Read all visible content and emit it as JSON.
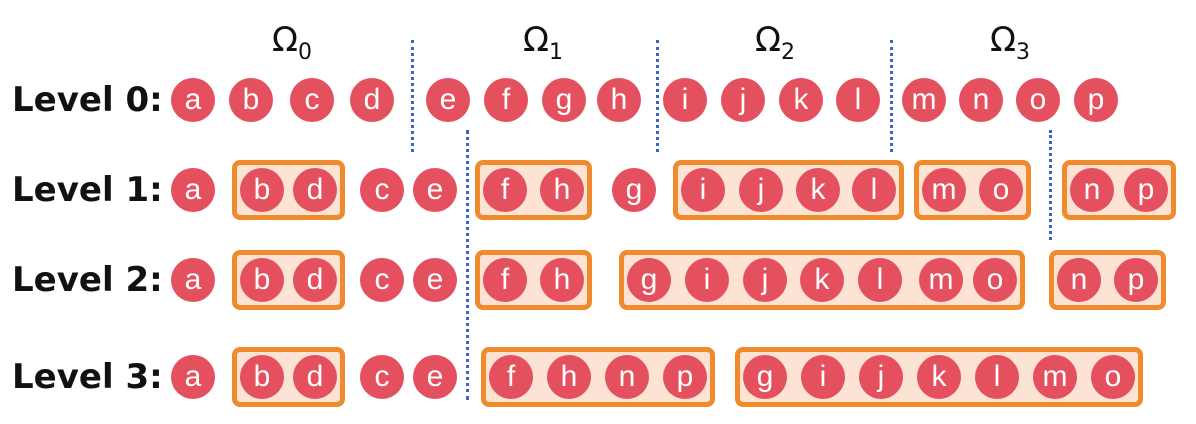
{
  "partitions": [
    {
      "symbol": "Ω",
      "index": "0"
    },
    {
      "symbol": "Ω",
      "index": "1"
    },
    {
      "symbol": "Ω",
      "index": "2"
    },
    {
      "symbol": "Ω",
      "index": "3"
    }
  ],
  "levels": [
    {
      "label": "Level 0:",
      "items": [
        {
          "nodes": [
            "a"
          ]
        },
        {
          "nodes": [
            "b"
          ]
        },
        {
          "nodes": [
            "c"
          ]
        },
        {
          "nodes": [
            "d"
          ]
        },
        {
          "nodes": [
            "e"
          ]
        },
        {
          "nodes": [
            "f"
          ]
        },
        {
          "nodes": [
            "g"
          ]
        },
        {
          "nodes": [
            "h"
          ]
        },
        {
          "nodes": [
            "i"
          ]
        },
        {
          "nodes": [
            "j"
          ]
        },
        {
          "nodes": [
            "k"
          ]
        },
        {
          "nodes": [
            "l"
          ]
        },
        {
          "nodes": [
            "m"
          ]
        },
        {
          "nodes": [
            "n"
          ]
        },
        {
          "nodes": [
            "o"
          ]
        },
        {
          "nodes": [
            "p"
          ]
        }
      ]
    },
    {
      "label": "Level 1:",
      "items": [
        {
          "nodes": [
            "a"
          ]
        },
        {
          "group": true,
          "nodes": [
            "b",
            "d"
          ]
        },
        {
          "nodes": [
            "c"
          ]
        },
        {
          "nodes": [
            "e"
          ]
        },
        {
          "group": true,
          "nodes": [
            "f",
            "h"
          ]
        },
        {
          "nodes": [
            "g"
          ]
        },
        {
          "group": true,
          "nodes": [
            "i",
            "j",
            "k",
            "l"
          ]
        },
        {
          "group": true,
          "nodes": [
            "m",
            "o"
          ]
        },
        {
          "group": true,
          "nodes": [
            "n",
            "p"
          ]
        }
      ]
    },
    {
      "label": "Level 2:",
      "items": [
        {
          "nodes": [
            "a"
          ]
        },
        {
          "group": true,
          "nodes": [
            "b",
            "d"
          ]
        },
        {
          "nodes": [
            "c"
          ]
        },
        {
          "nodes": [
            "e"
          ]
        },
        {
          "group": true,
          "nodes": [
            "f",
            "h"
          ]
        },
        {
          "group": true,
          "nodes": [
            "g",
            "i",
            "j",
            "k",
            "l",
            "m",
            "o"
          ]
        },
        {
          "group": true,
          "nodes": [
            "n",
            "p"
          ]
        }
      ]
    },
    {
      "label": "Level 3:",
      "items": [
        {
          "nodes": [
            "a"
          ]
        },
        {
          "group": true,
          "nodes": [
            "b",
            "d"
          ]
        },
        {
          "nodes": [
            "c"
          ]
        },
        {
          "nodes": [
            "e"
          ]
        },
        {
          "group": true,
          "nodes": [
            "f",
            "h",
            "n",
            "p"
          ]
        },
        {
          "group": true,
          "nodes": [
            "g",
            "i",
            "j",
            "k",
            "l",
            "m",
            "o"
          ]
        }
      ]
    }
  ],
  "colors": {
    "node_fill": "#e5505f",
    "node_text": "#ffffff",
    "group_border": "#ef8b2c",
    "group_fill": "#fce3d4",
    "divider": "#3a62c8"
  }
}
